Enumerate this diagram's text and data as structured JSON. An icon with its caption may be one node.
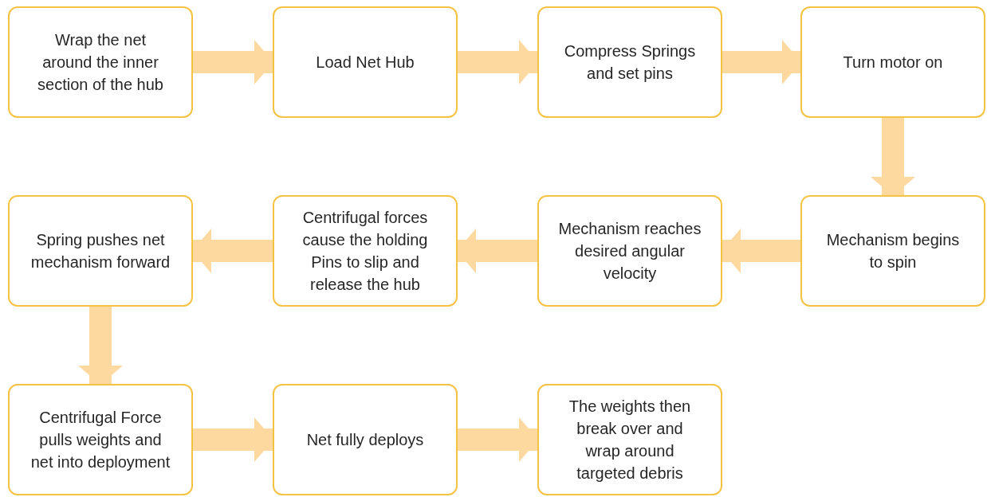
{
  "diagram": {
    "nodes": [
      {
        "text": [
          "Wrap the net around the inner section of the hub"
        ]
      },
      {
        "text": [
          "Load Net Hub"
        ]
      },
      {
        "text": [
          "Compress Springs and set pins"
        ]
      },
      {
        "text": [
          "Turn motor on"
        ]
      },
      {
        "text": [
          "Mechanism begins to spin"
        ]
      },
      {
        "text": [
          "Mechanism reaches desired angular velocity"
        ]
      },
      {
        "text": [
          "Centrifugal forces cause the holding Pins to slip and release the hub"
        ]
      },
      {
        "text": [
          "Spring pushes net mechanism forward"
        ]
      },
      {
        "text": [
          "Centrifugal Force pulls weights and net into deployment"
        ]
      },
      {
        "text": [
          "Net fully deploys"
        ]
      },
      {
        "text": [
          "The weights then break over and wrap around targeted debris"
        ]
      }
    ],
    "edges": [
      {
        "from": 0,
        "to": 1,
        "arrow": "to"
      },
      {
        "from": 1,
        "to": 2,
        "arrow": "to"
      },
      {
        "from": 2,
        "to": 3,
        "arrow": "to"
      },
      {
        "from": 3,
        "to": 4,
        "arrow": "to"
      },
      {
        "from": 4,
        "to": 5,
        "arrow": "to"
      },
      {
        "from": 5,
        "to": 6,
        "arrow": "to"
      },
      {
        "from": 6,
        "to": 7,
        "arrow": "to"
      },
      {
        "from": 7,
        "to": 8,
        "arrow": "to"
      },
      {
        "from": 8,
        "to": 9,
        "arrow": "to"
      },
      {
        "from": 9,
        "to": 10,
        "arrow": "to"
      }
    ]
  }
}
